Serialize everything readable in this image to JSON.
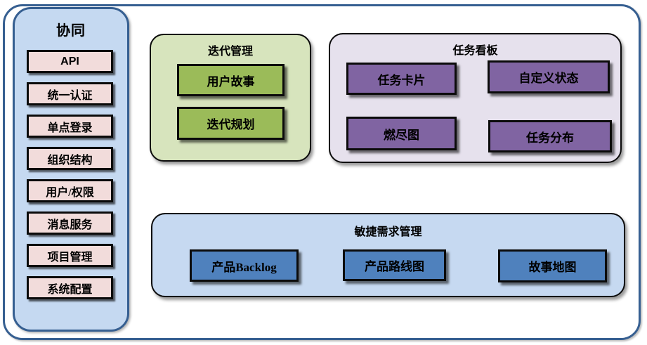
{
  "diagram": {
    "sidebar": {
      "title": "协同",
      "items": [
        "API",
        "统一认证",
        "单点登录",
        "组织结构",
        "用户/权限",
        "消息服务",
        "项目管理",
        "系统配置"
      ]
    },
    "groups": {
      "iteration": {
        "title": "迭代管理",
        "items": [
          "用户故事",
          "迭代规划"
        ]
      },
      "kanban": {
        "title": "任务看板",
        "items": [
          "任务卡片",
          "自定义状态",
          "燃尽图",
          "任务分布"
        ]
      },
      "requirements": {
        "title": "敏捷需求管理",
        "items": [
          "产品Backlog",
          "产品路线图",
          "故事地图"
        ]
      }
    },
    "colors": {
      "outer_border": "#365F91",
      "sidebar_bg": "#C5D9F1",
      "sidebar_item_bg": "#F2DCDB",
      "iteration_bg": "#D7E4BD",
      "iteration_item_bg": "#9BBB59",
      "kanban_bg": "#E6E1ED",
      "kanban_item_bg": "#8064A2",
      "requirements_bg": "#C6D9F1",
      "requirements_item_bg": "#4F81BD",
      "item_border": "#000000",
      "text": "#000000"
    }
  }
}
